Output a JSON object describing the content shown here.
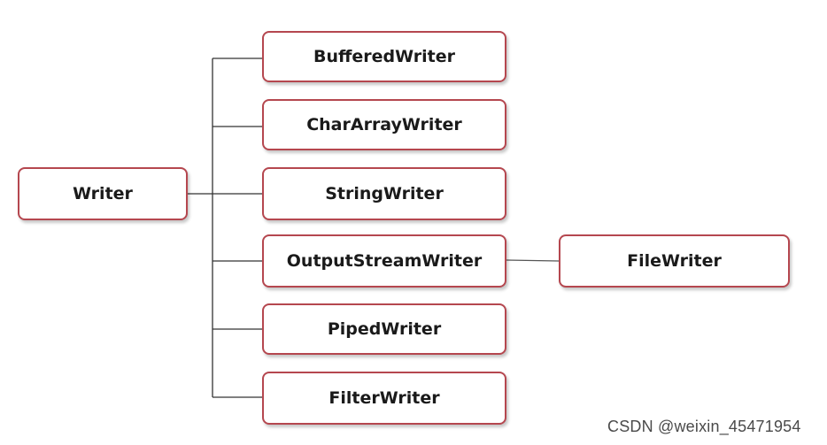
{
  "diagram": {
    "root": "Writer",
    "children": [
      "BufferedWriter",
      "CharArrayWriter",
      "StringWriter",
      "OutputStreamWriter",
      "PipedWriter",
      "FilterWriter"
    ],
    "grandchild": "FileWriter",
    "colors": {
      "box_border": "#b5474f",
      "line": "#333333",
      "text": "#1a1a1a"
    }
  },
  "watermark": "CSDN @weixin_45471954"
}
